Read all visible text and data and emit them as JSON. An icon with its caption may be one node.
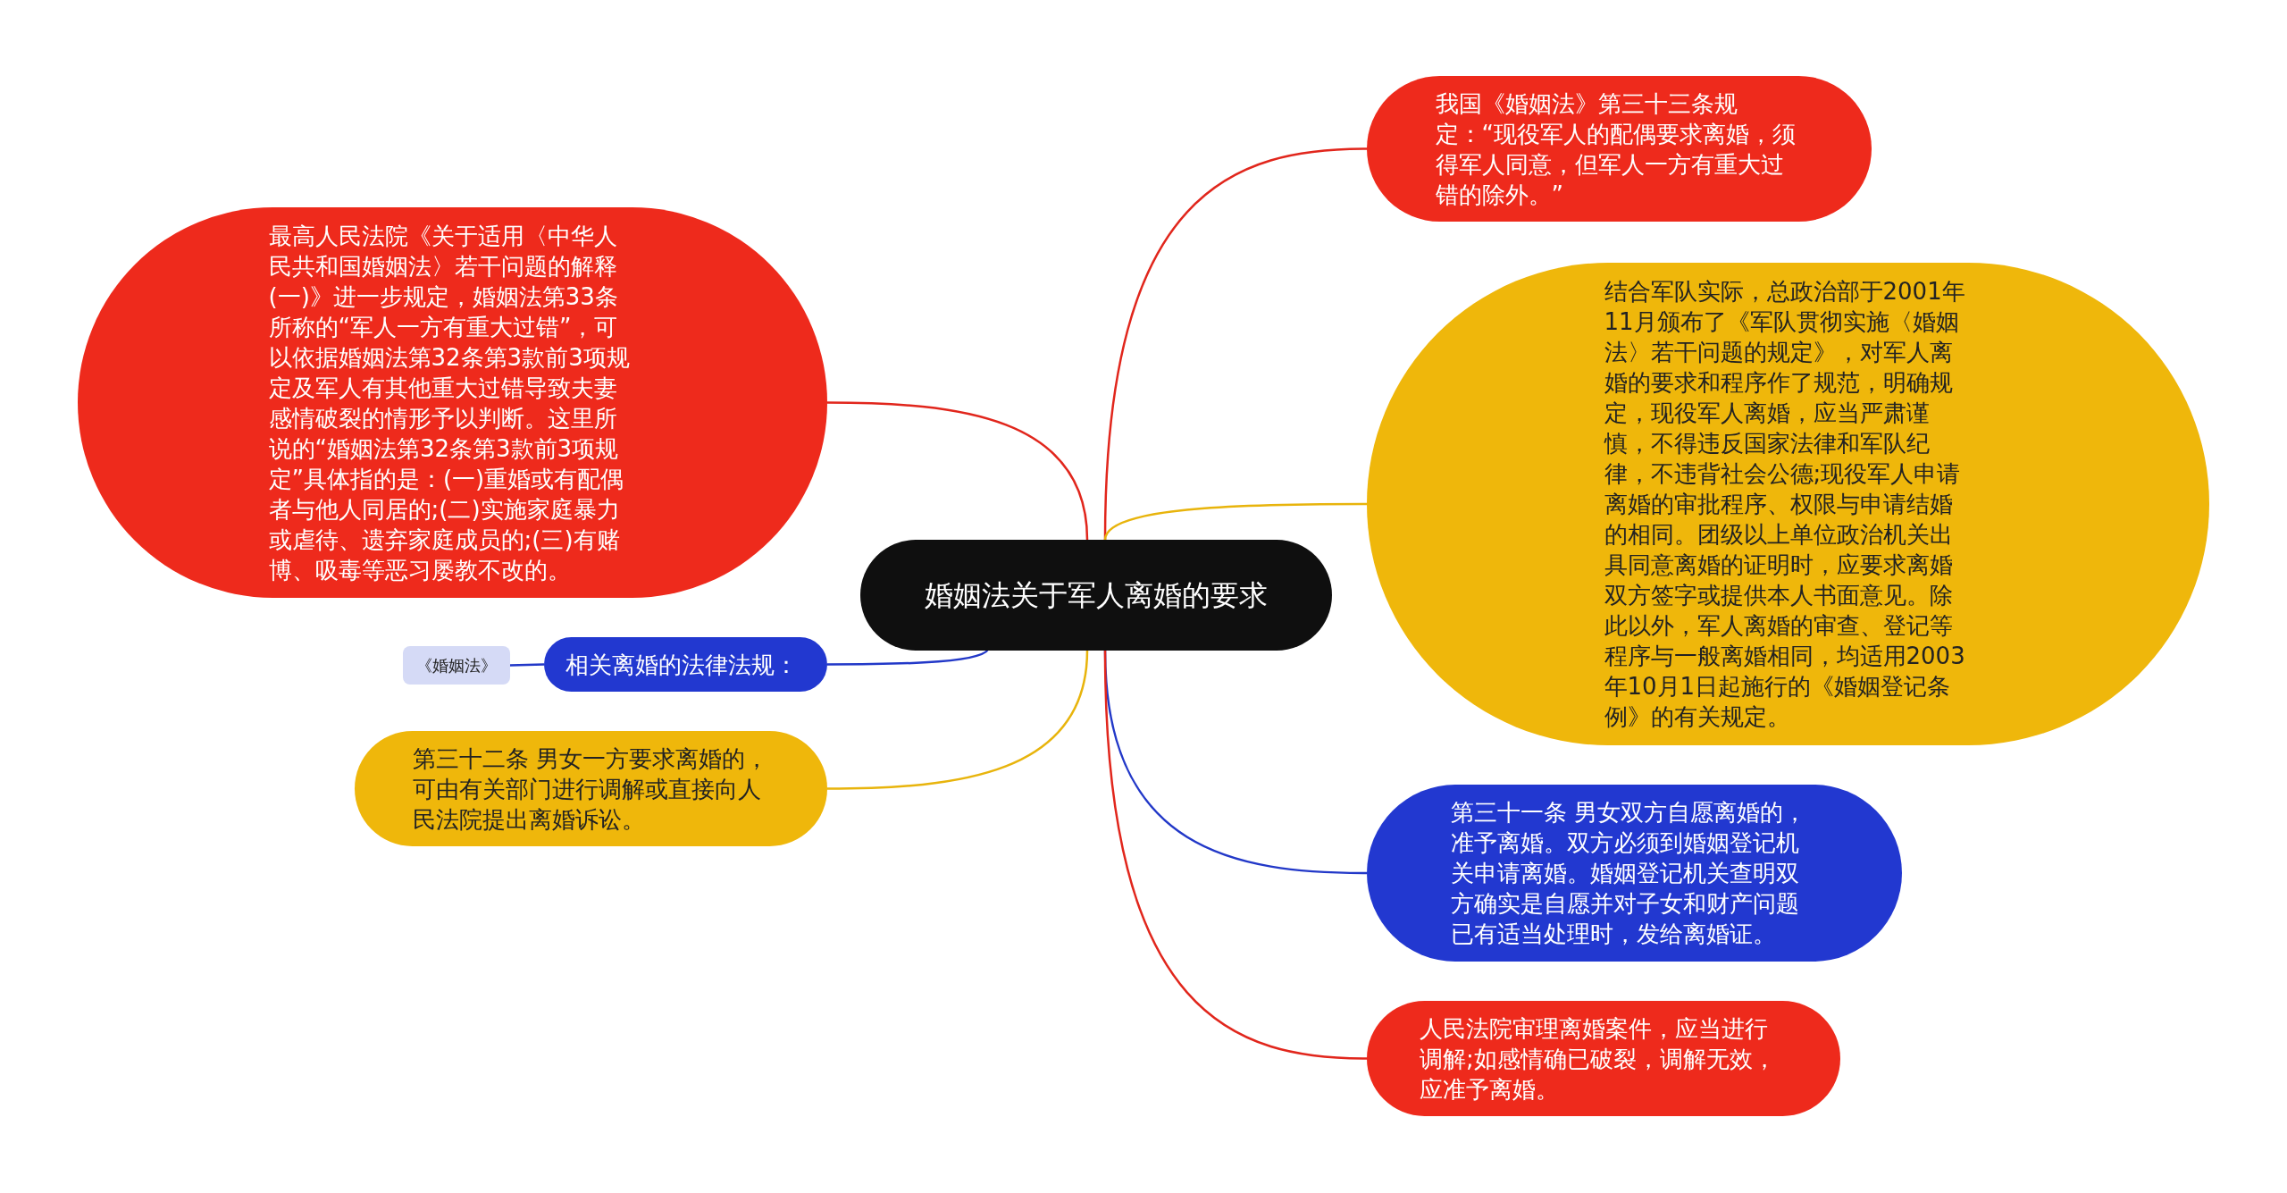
{
  "diagram": {
    "nodes": [
      {
        "text": [
          "婚姻法关于军人离婚的要求"
        ]
      },
      {
        "text": [
          "最高人民法院《关于适用〈中华人民共和国婚姻法〉若干问题的解释(一)》进一步规定，婚姻法第33条所称的“军人一方有重大过错”，可以依据婚姻法第32条第3款前3项规定及军人有其他重大过错导致夫妻感情破裂的情形予以判断。这里所说的“婚姻法第32条第3款前3项规定”具体指的是：(一)重婚或有配偶者与他人同居的;(二)实施家庭暴力或虐待、遗弃家庭成员的;(三)有赌博、吸毒等恶习屡教不改的。"
        ]
      },
      {
        "text": [
          "相关离婚的法律法规："
        ]
      },
      {
        "text": [
          "《婚姻法》"
        ]
      },
      {
        "text": [
          "第三十二条 男女一方要求离婚的，可由有关部门进行调解或直接向人民法院提出离婚诉讼。"
        ]
      },
      {
        "text": [
          "我国《婚姻法》第三十三条规定：“现役军人的配偶要求离婚，须得军人同意，但军人一方有重大过错的除外。”"
        ]
      },
      {
        "text": [
          "结合军队实际，总政治部于2001年11月颁布了《军队贯彻实施〈婚姻法〉若干问题的规定》，对军人离婚的要求和程序作了规范，明确规定，现役军人离婚，应当严肃谨慎，不得违反国家法律和军队纪律，不违背社会公德;现役军人申请离婚的审批程序、权限与申请结婚的相同。团级以上单位政治机关出具同意离婚的证明时，应要求离婚双方签字或提供本人书面意见。除此以外，军人离婚的审查、登记等程序与一般离婚相同，均适用2003年10月1日起施行的《婚姻登记条例》的有关规定。"
        ]
      },
      {
        "text": [
          "第三十一条 男女双方自愿离婚的，准予离婚。双方必须到婚姻登记机关申请离婚。婚姻登记机关查明双方确实是自愿并对子女和财产问题已有适当处理时，发给离婚证。"
        ]
      },
      {
        "text": [
          "人民法院审理离婚案件，应当进行调解;如感情确已破裂，调解无效，应准予离婚。"
        ]
      }
    ],
    "edges": [
      {
        "from": 0,
        "to": 1,
        "arrow": "none",
        "color": "#e1261c"
      },
      {
        "from": 0,
        "to": 2,
        "arrow": "none",
        "color": "#2238c8"
      },
      {
        "from": 2,
        "to": 3,
        "arrow": "none",
        "color": "#2238c8"
      },
      {
        "from": 0,
        "to": 4,
        "arrow": "none",
        "color": "#e8b40c"
      },
      {
        "from": 0,
        "to": 5,
        "arrow": "none",
        "color": "#e1261c"
      },
      {
        "from": 0,
        "to": 6,
        "arrow": "none",
        "color": "#e8b40c"
      },
      {
        "from": 0,
        "to": 7,
        "arrow": "none",
        "color": "#2238c8"
      },
      {
        "from": 0,
        "to": 8,
        "arrow": "none",
        "color": "#e1261c"
      }
    ]
  }
}
